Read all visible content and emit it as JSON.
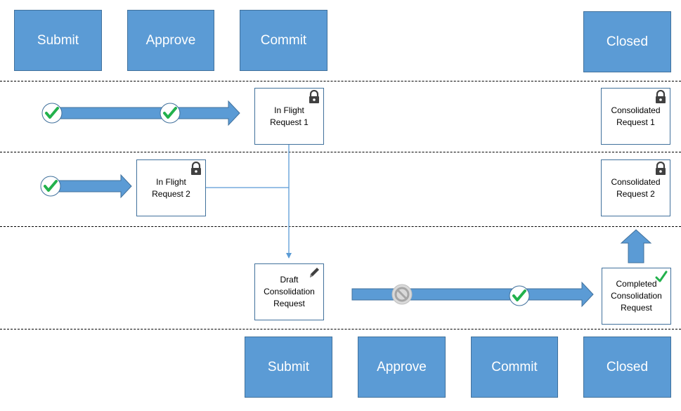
{
  "top_stages": [
    "Submit",
    "Approve",
    "Commit",
    "Closed"
  ],
  "bottom_stages": [
    "Submit",
    "Approve",
    "Commit",
    "Closed"
  ],
  "requests": {
    "in_flight_1": {
      "label": "In Flight\nRequest 1",
      "icon": "lock-icon"
    },
    "in_flight_2": {
      "label": "In Flight\nRequest 2",
      "icon": "lock-icon"
    },
    "consolidated_1": {
      "label": "Consolidated\nRequest 1",
      "icon": "lock-icon"
    },
    "consolidated_2": {
      "label": "Consolidated\nRequest 2",
      "icon": "lock-icon"
    },
    "draft": {
      "label": "Draft\nConsolidation\nRequest",
      "icon": "pencil-icon"
    },
    "completed": {
      "label": "Completed\nConsolidation\nRequest",
      "icon": "check-icon"
    }
  },
  "colors": {
    "stage_fill": "#5b9bd5",
    "stage_border": "#41719c",
    "arrow": "#5b9bd5",
    "check": "#22b14c",
    "blocked": "#a6a6a6"
  }
}
